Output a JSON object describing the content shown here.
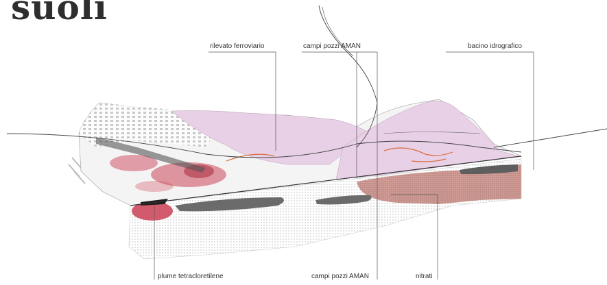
{
  "title": "suoli",
  "labels": {
    "rilevato": "rilevato ferroviario",
    "campi_top": "campi pozzi AMAN",
    "bacino": "bacino idrografico",
    "plume": "plume tetracloretilene",
    "campi_bottom": "campi pozzi AMAN",
    "nitrati": "nitrati"
  },
  "colors": {
    "hills": "#e8d0e6",
    "contamination": "#c8344a",
    "nitrati": "#c98b84",
    "aquifer_lens": "#6b6b6b",
    "subsoil_dots": "#e6e6e6"
  }
}
